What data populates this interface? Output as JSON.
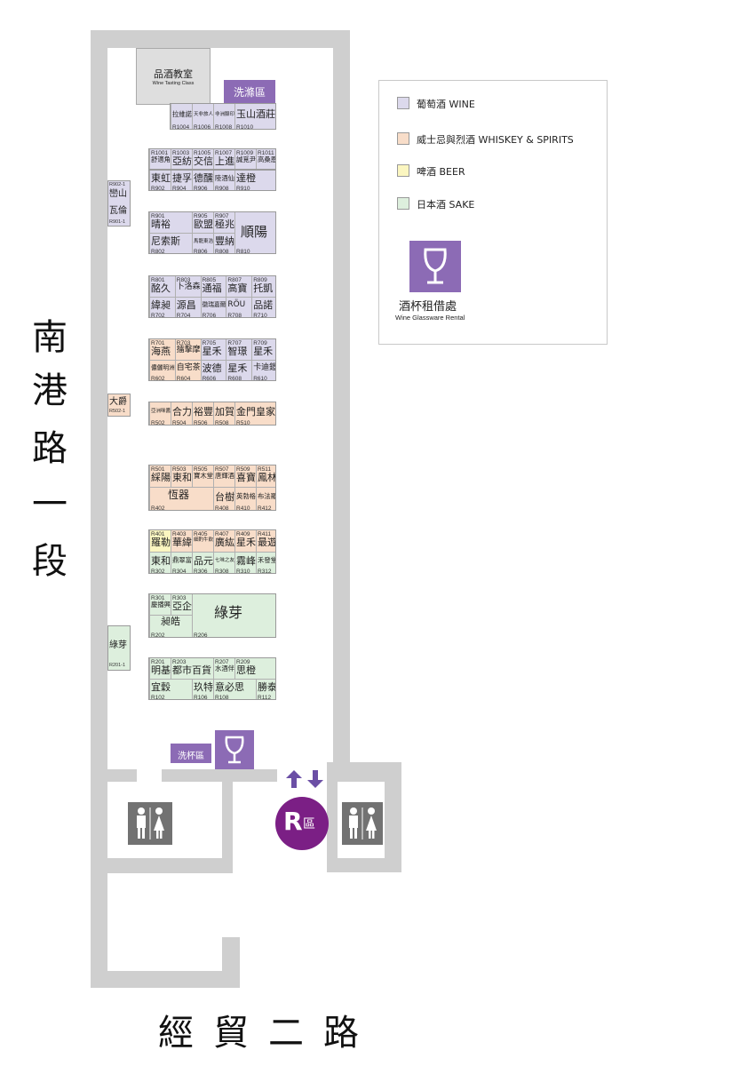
{
  "street_west": "南港路一段",
  "street_west_chars": [
    "南",
    "港",
    "路",
    "一",
    "段"
  ],
  "street_south": "經貿二路",
  "tasting_class": {
    "zh": "品酒教室",
    "en": "Wine Tasting Class"
  },
  "wash_top": "洗滌區",
  "wash_cup": "洗杯區",
  "r_zone": {
    "letter": "R",
    "suffix": "區"
  },
  "colors": {
    "wine": "#dcd9ec",
    "whisky": "#f8ddc9",
    "beer": "#fbf6c0",
    "sake": "#ddefdd",
    "wall": "#cfcfcf",
    "purple": "#8c6bb5",
    "r_zone": "#7b1f85"
  },
  "legend": {
    "items": [
      {
        "label": "葡萄酒 WINE",
        "color": "#dcd9ec"
      },
      {
        "label": "威士忌與烈酒 WHISKEY & SPIRITS",
        "color": "#f8ddc9"
      },
      {
        "label": "啤酒 BEER",
        "color": "#fbf6c0"
      },
      {
        "label": "日本酒 SAKE",
        "color": "#ddefdd"
      }
    ],
    "glass_zh": "酒杯租借處",
    "glass_en": "Wine Glassware Rental"
  },
  "side_booths": [
    {
      "code_top": "R902-1",
      "name1": "巒山",
      "name2": "瓦倫",
      "code_bottom": "R901-1"
    },
    {
      "code_top": "",
      "name1": "大爵",
      "name2": "",
      "code_bottom": "R502-1"
    },
    {
      "code_top": "",
      "name1": "綠芽",
      "name2": "",
      "code_bottom": "R201-1"
    }
  ],
  "rows": {
    "r10": {
      "names": [
        "拉維諾",
        "天非旅人",
        "非洲腳印",
        "玉山酒莊"
      ],
      "codes": [
        "R1004",
        "R1006",
        "R1008",
        "R1010"
      ]
    },
    "r9_top": {
      "codes": [
        "R1001",
        "R1003",
        "R1005",
        "R1007",
        "R1009",
        "R1011"
      ],
      "names": [
        "舒適角",
        "亞紡",
        "交信",
        "上進",
        "誠覓尹",
        "高桑恩"
      ]
    },
    "r9_bot": {
      "names": [
        "東虹",
        "捷孚",
        "德醺",
        "陸酒仙",
        "達橙"
      ],
      "codes": [
        "R902",
        "R904",
        "R906",
        "R908",
        "R910"
      ]
    },
    "r8": {
      "codes_top": [
        "R901",
        "R905",
        "R907"
      ],
      "names_top": [
        "晴裕",
        "歐盟",
        "極兆"
      ],
      "names_bot": [
        "尼索斯",
        "馬龍東浩集",
        "豐納"
      ],
      "codes_bot": [
        "R802",
        "R806",
        "R808"
      ],
      "big_name": "順陽",
      "big_code": "R810"
    },
    "r7": {
      "codes_top": [
        "R801",
        "R803",
        "R805",
        "R807",
        "R809"
      ],
      "names_top": [
        "酩久",
        "卜洛森",
        "通福",
        "高寶",
        "托凱"
      ],
      "names_bot": [
        "緯昶",
        "源昌",
        "徽瑞嘉爾",
        "RÖU",
        "品諾"
      ],
      "codes_bot": [
        "R702",
        "R704",
        "R706",
        "R708",
        "R710"
      ]
    },
    "r6": {
      "codes_top": [
        "R701",
        "R703",
        "R705",
        "R707",
        "R709"
      ],
      "names_top": [
        "海燕",
        "擂擊摩",
        "星禾",
        "智璟",
        "星禾"
      ],
      "names_bot": [
        "儂儷明洲",
        "自宅茶",
        "波德",
        "星禾",
        "卡迪鎧"
      ],
      "codes_bot": [
        "R602",
        "R604",
        "R606",
        "R608",
        "R610"
      ]
    },
    "r5": {
      "names": [
        "亞洲咪醬",
        "合力",
        "裕豐",
        "加賀",
        "金門皇家"
      ],
      "codes": [
        "R502",
        "R504",
        "R506",
        "R508",
        "R510"
      ]
    },
    "r4": {
      "codes_top": [
        "R501",
        "R503",
        "R505",
        "R507",
        "R509",
        "R511"
      ],
      "names_top": [
        "綵陽",
        "東和",
        "寶木堂",
        "唐輝酒",
        "喜寶",
        "鳳林"
      ],
      "big_name": "恆器",
      "big_code": "R402",
      "names_bot": [
        "台樹",
        "英勃格",
        "布法羅"
      ],
      "codes_bot": [
        "R408",
        "R410",
        "R412"
      ]
    },
    "r3": {
      "codes_top": [
        "R401",
        "R403",
        "R405",
        "R407",
        "R409",
        "R411"
      ],
      "names_top": [
        "羅勒",
        "華緯",
        "細酌牛飲",
        "廣紘",
        "星禾",
        "最遊"
      ],
      "names_bot": [
        "東和",
        "鼎翠富",
        "品元",
        "七味之友",
        "霧峰",
        "禾發堂"
      ],
      "codes_bot": [
        "R302",
        "R304",
        "R306",
        "R308",
        "R310",
        "R312"
      ]
    },
    "r2": {
      "codes_top": [
        "R301",
        "R303"
      ],
      "names_top": [
        "慶播興",
        "亞企"
      ],
      "mid_name": "昶皓",
      "mid_code": "R202",
      "big_name": "綠芽",
      "big_code": "R206"
    },
    "r1": {
      "codes_top": [
        "R201",
        "R203",
        "R207",
        "R209"
      ],
      "names_top": [
        "明基",
        "都市百貨",
        "水酒伴",
        "思橙"
      ],
      "names_bot": [
        "宜穀",
        "玖特",
        "意必思",
        "勝泰"
      ],
      "codes_bot": [
        "R102",
        "R106",
        "R108",
        "R112"
      ]
    }
  }
}
